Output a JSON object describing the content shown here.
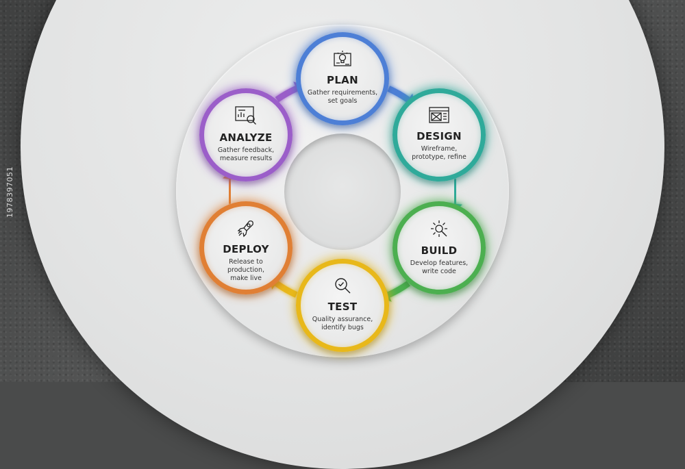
{
  "side_id": "1978397051",
  "stages": [
    {
      "key": "plan",
      "title": "PLAN",
      "desc": [
        "Gather requirements,",
        "set goals"
      ],
      "color": "#4d7fd6",
      "icon": "lightbulb-blueprint-icon"
    },
    {
      "key": "design",
      "title": "DESIGN",
      "desc": [
        "Wireframe,",
        "prototype, refine"
      ],
      "color": "#2faa9a",
      "icon": "wireframe-icon"
    },
    {
      "key": "build",
      "title": "BUILD",
      "desc": [
        "Develop features,",
        "write code"
      ],
      "color": "#4caf50",
      "icon": "gear-wrench-icon"
    },
    {
      "key": "test",
      "title": "TEST",
      "desc": [
        "Quality assurance,",
        "identify bugs"
      ],
      "color": "#e8b81a",
      "icon": "magnifier-check-icon"
    },
    {
      "key": "deploy",
      "title": "DEPLOY",
      "desc": [
        "Release to",
        "production,",
        "make live"
      ],
      "color": "#e07f34",
      "icon": "rocket-icon"
    },
    {
      "key": "analyze",
      "title": "ANALYZE",
      "desc": [
        "Gather feedback,",
        "measure results"
      ],
      "color": "#9b5ec9",
      "icon": "chart-magnifier-icon"
    }
  ]
}
